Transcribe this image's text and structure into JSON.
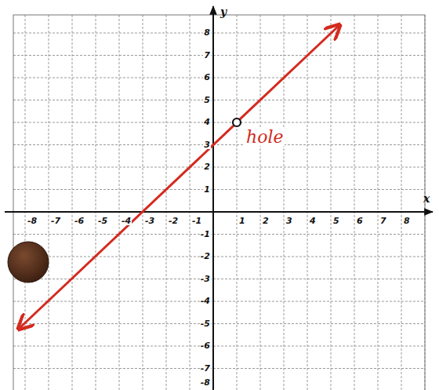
{
  "diagram": {
    "labels": [
      "-8",
      "-7",
      "-6",
      "-5",
      "-4",
      "-3",
      "-2",
      "-1",
      "1",
      "2",
      "3",
      "4",
      "5",
      "6",
      "7",
      "8",
      "8",
      "7",
      "6",
      "5",
      "4",
      "3",
      "2",
      "1",
      "-1",
      "-2",
      "-3",
      "-4",
      "-5",
      "-6",
      "-7",
      "-8",
      "x",
      "y",
      "hole"
    ]
  }
}
